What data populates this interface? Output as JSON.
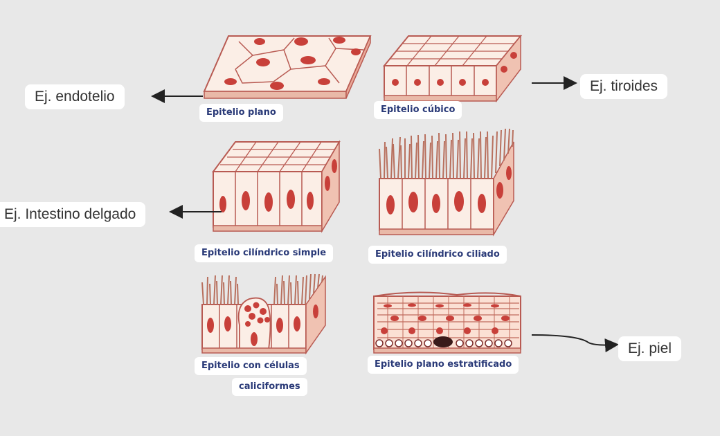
{
  "colors": {
    "background": "#e8e8e8",
    "cell_fill": "#fbeee6",
    "cell_outline": "#b85a52",
    "nucleus": "#c8403a",
    "caption_text": "#2a3a78",
    "arrow": "#222222"
  },
  "tissues": [
    {
      "caption": "Epitelio plano",
      "cell_type": "squamous"
    },
    {
      "caption": "Epitelio cúbico",
      "cell_type": "cuboidal"
    },
    {
      "caption": "Epitelio cilíndrico simple",
      "cell_type": "columnar"
    },
    {
      "caption": "Epitelio cilíndrico ciliado",
      "cell_type": "ciliated-columnar"
    },
    {
      "caption_line1": "Epitelio con células",
      "caption_line2": "caliciformes",
      "cell_type": "goblet"
    },
    {
      "caption": "Epitelio plano estratificado",
      "cell_type": "stratified-squamous"
    }
  ],
  "examples": {
    "endotelio": "Ej. endotelio",
    "tiroides": "Ej. tiroides",
    "intestino": "Ej. Intestino delgado",
    "piel": "Ej. piel"
  }
}
